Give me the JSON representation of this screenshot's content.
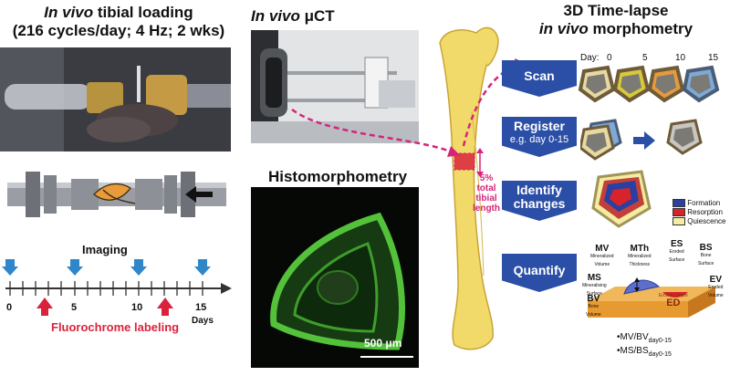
{
  "loading": {
    "title_italic": "In vivo",
    "title_rest": " tibial loading",
    "subtitle": "(216 cycles/day; 4 Hz; 2 wks)"
  },
  "timeline": {
    "imaging_label": "Imaging",
    "fluoro_label": "Fluorochrome labeling",
    "days_label": "Days",
    "ticks": [
      "0",
      "5",
      "10",
      "15"
    ],
    "imaging_color": "#2f86c9",
    "fluoro_color": "#d9233c"
  },
  "microct": {
    "title_italic": "In vivo",
    "title_rest": " μCT"
  },
  "histo": {
    "title": "Histomorphometry",
    "scale_label": "500 μm"
  },
  "tibia": {
    "region_label_pct": "5%",
    "region_label_1": "total",
    "region_label_2": "tibial",
    "region_label_3": "length",
    "label_color": "#d6247a"
  },
  "morpho": {
    "title_line1": "3D Time-lapse",
    "title_italic": "in vivo",
    "title_rest": " morphometry",
    "steps": [
      {
        "label": "Scan"
      },
      {
        "label": "Register",
        "sub": "e.g. day 0-15"
      },
      {
        "label": "Identify",
        "label2": "changes"
      },
      {
        "label": "Quantify"
      }
    ],
    "day_prefix": "Day:",
    "days": [
      "0",
      "5",
      "10",
      "15"
    ],
    "legend": [
      {
        "label": "Formation",
        "color": "#2b3fa0"
      },
      {
        "label": "Resorption",
        "color": "#d8232a"
      },
      {
        "label": "Quiescence",
        "color": "#f4eca0"
      }
    ],
    "quant_labels": {
      "MV": "MV",
      "MV_sub1": "Mineralized",
      "MV_sub2": "Volume",
      "MTh": "MTh",
      "MTh_sub1": "Mineralized",
      "MTh_sub2": "Thickness",
      "ES": "ES",
      "ES_sub1": "Eroded",
      "ES_sub2": "Surface",
      "BS": "BS",
      "BS_sub1": "Bone",
      "BS_sub2": "Surface",
      "MS": "MS",
      "MS_sub1": "Mineralising",
      "MS_sub2": "Surface",
      "BV": "BV",
      "BV_sub1": "Bone",
      "BV_sub2": "Volume",
      "EV": "EV",
      "EV_sub1": "Eroded",
      "EV_sub2": "Volume",
      "ED": "ED",
      "ED_sub": "Erosion Depth"
    },
    "formula1": "•MV/BV",
    "formula1_sub": "day0-15",
    "formula2": "•MS/BS",
    "formula2_sub": "day0-15"
  }
}
